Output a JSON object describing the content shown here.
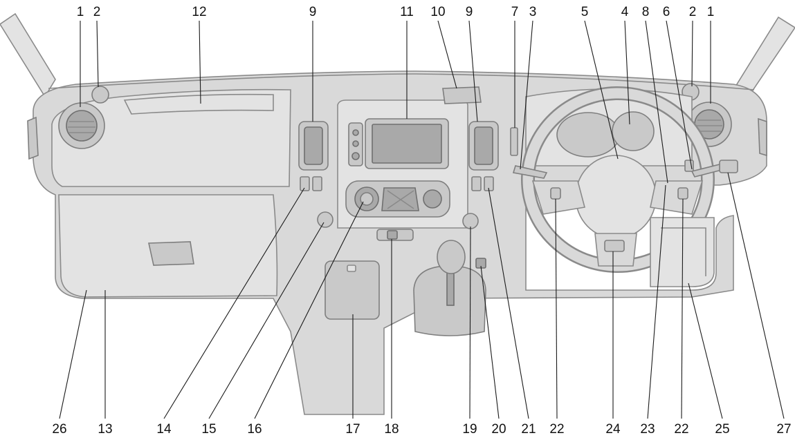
{
  "diagram": {
    "background": "#ffffff",
    "part_color": "#d9d9d9",
    "outline_color": "#8a8a8a",
    "top_callouts": [
      "1",
      "2",
      "12",
      "9",
      "11",
      "10",
      "9",
      "7",
      "3",
      "5",
      "4",
      "8",
      "6",
      "2",
      "1"
    ],
    "bottom_callouts": [
      "26",
      "13",
      "14",
      "15",
      "16",
      "17",
      "18",
      "19",
      "20",
      "21",
      "22",
      "24",
      "23",
      "22",
      "25",
      "27"
    ]
  }
}
